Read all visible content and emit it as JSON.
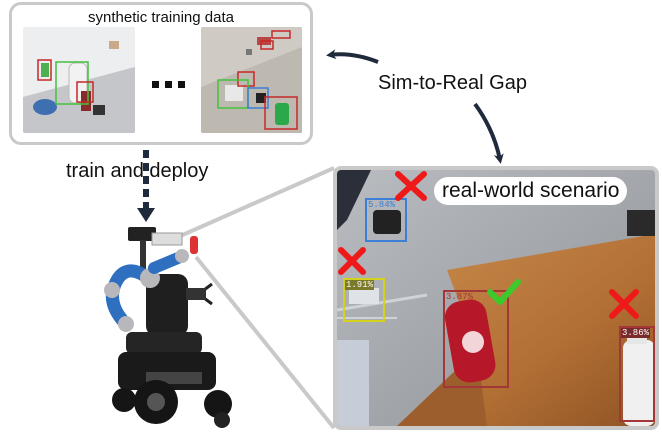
{
  "synthetic": {
    "title": "synthetic training data"
  },
  "arrows": {
    "sim_to_real_label": "Sim-to-Real Gap",
    "train_deploy_label": "train and deploy"
  },
  "real_world": {
    "label": "real-world scenario",
    "detections": [
      {
        "score": "5.84%",
        "color": "#3b7fd6",
        "result": "reject"
      },
      {
        "score": "1.91%",
        "color": "#d4d21c",
        "result": "reject"
      },
      {
        "score": "3.87%",
        "color": "#a33737",
        "result": "accept"
      },
      {
        "score": "3.86%",
        "color": "#a33737",
        "result": "reject"
      }
    ]
  },
  "colors": {
    "panel_border": "#c9c9c9",
    "reject_mark": "#ee1a1a",
    "accept_mark": "#3cc92b",
    "robot_arm": "#2f6fbf"
  }
}
